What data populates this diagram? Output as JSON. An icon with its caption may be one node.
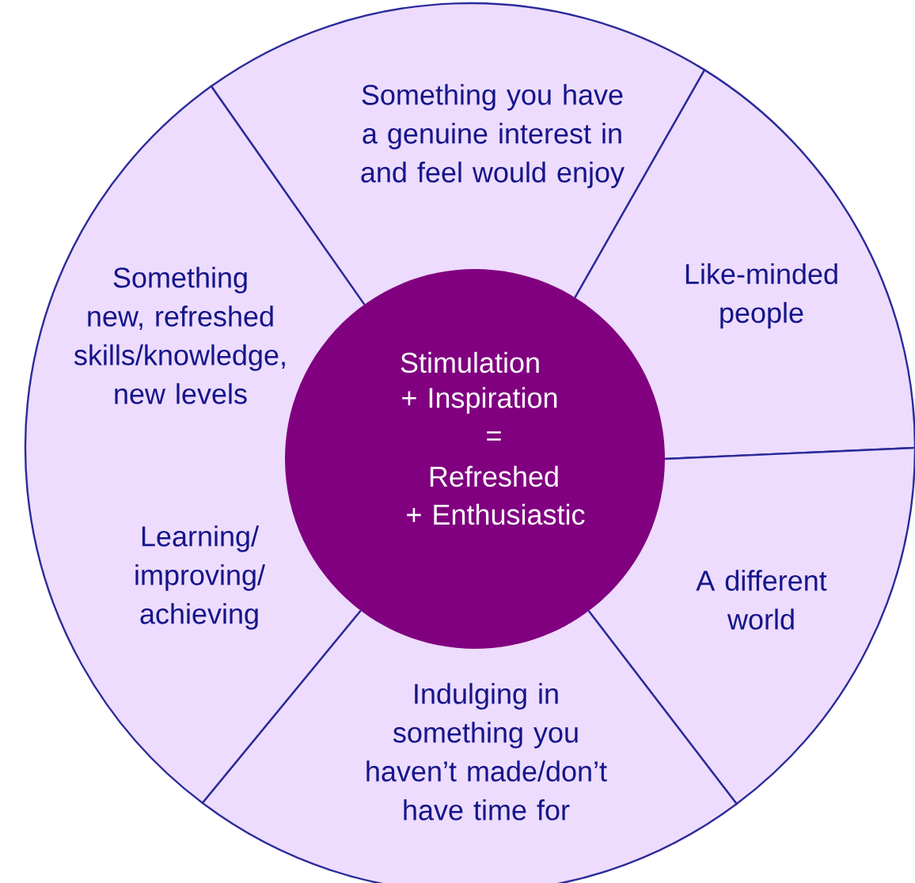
{
  "diagram": {
    "nodes": [
      {
        "text": [
          "Stimulation",
          "+ Inspiration",
          "=",
          "Refreshed",
          "+ Enthusiastic"
        ]
      },
      {
        "text": [
          "Something you have a genuine interest in and feel would enjoy"
        ]
      },
      {
        "text": [
          "Like-minded people"
        ]
      },
      {
        "text": [
          "A different world"
        ]
      },
      {
        "text": [
          "Indulging in something you haven’t made/don’t have time for"
        ]
      },
      {
        "text": [
          "Something new, refreshed skills/knowledge, new levels",
          "Learning/ improving/ achieving"
        ]
      }
    ]
  }
}
